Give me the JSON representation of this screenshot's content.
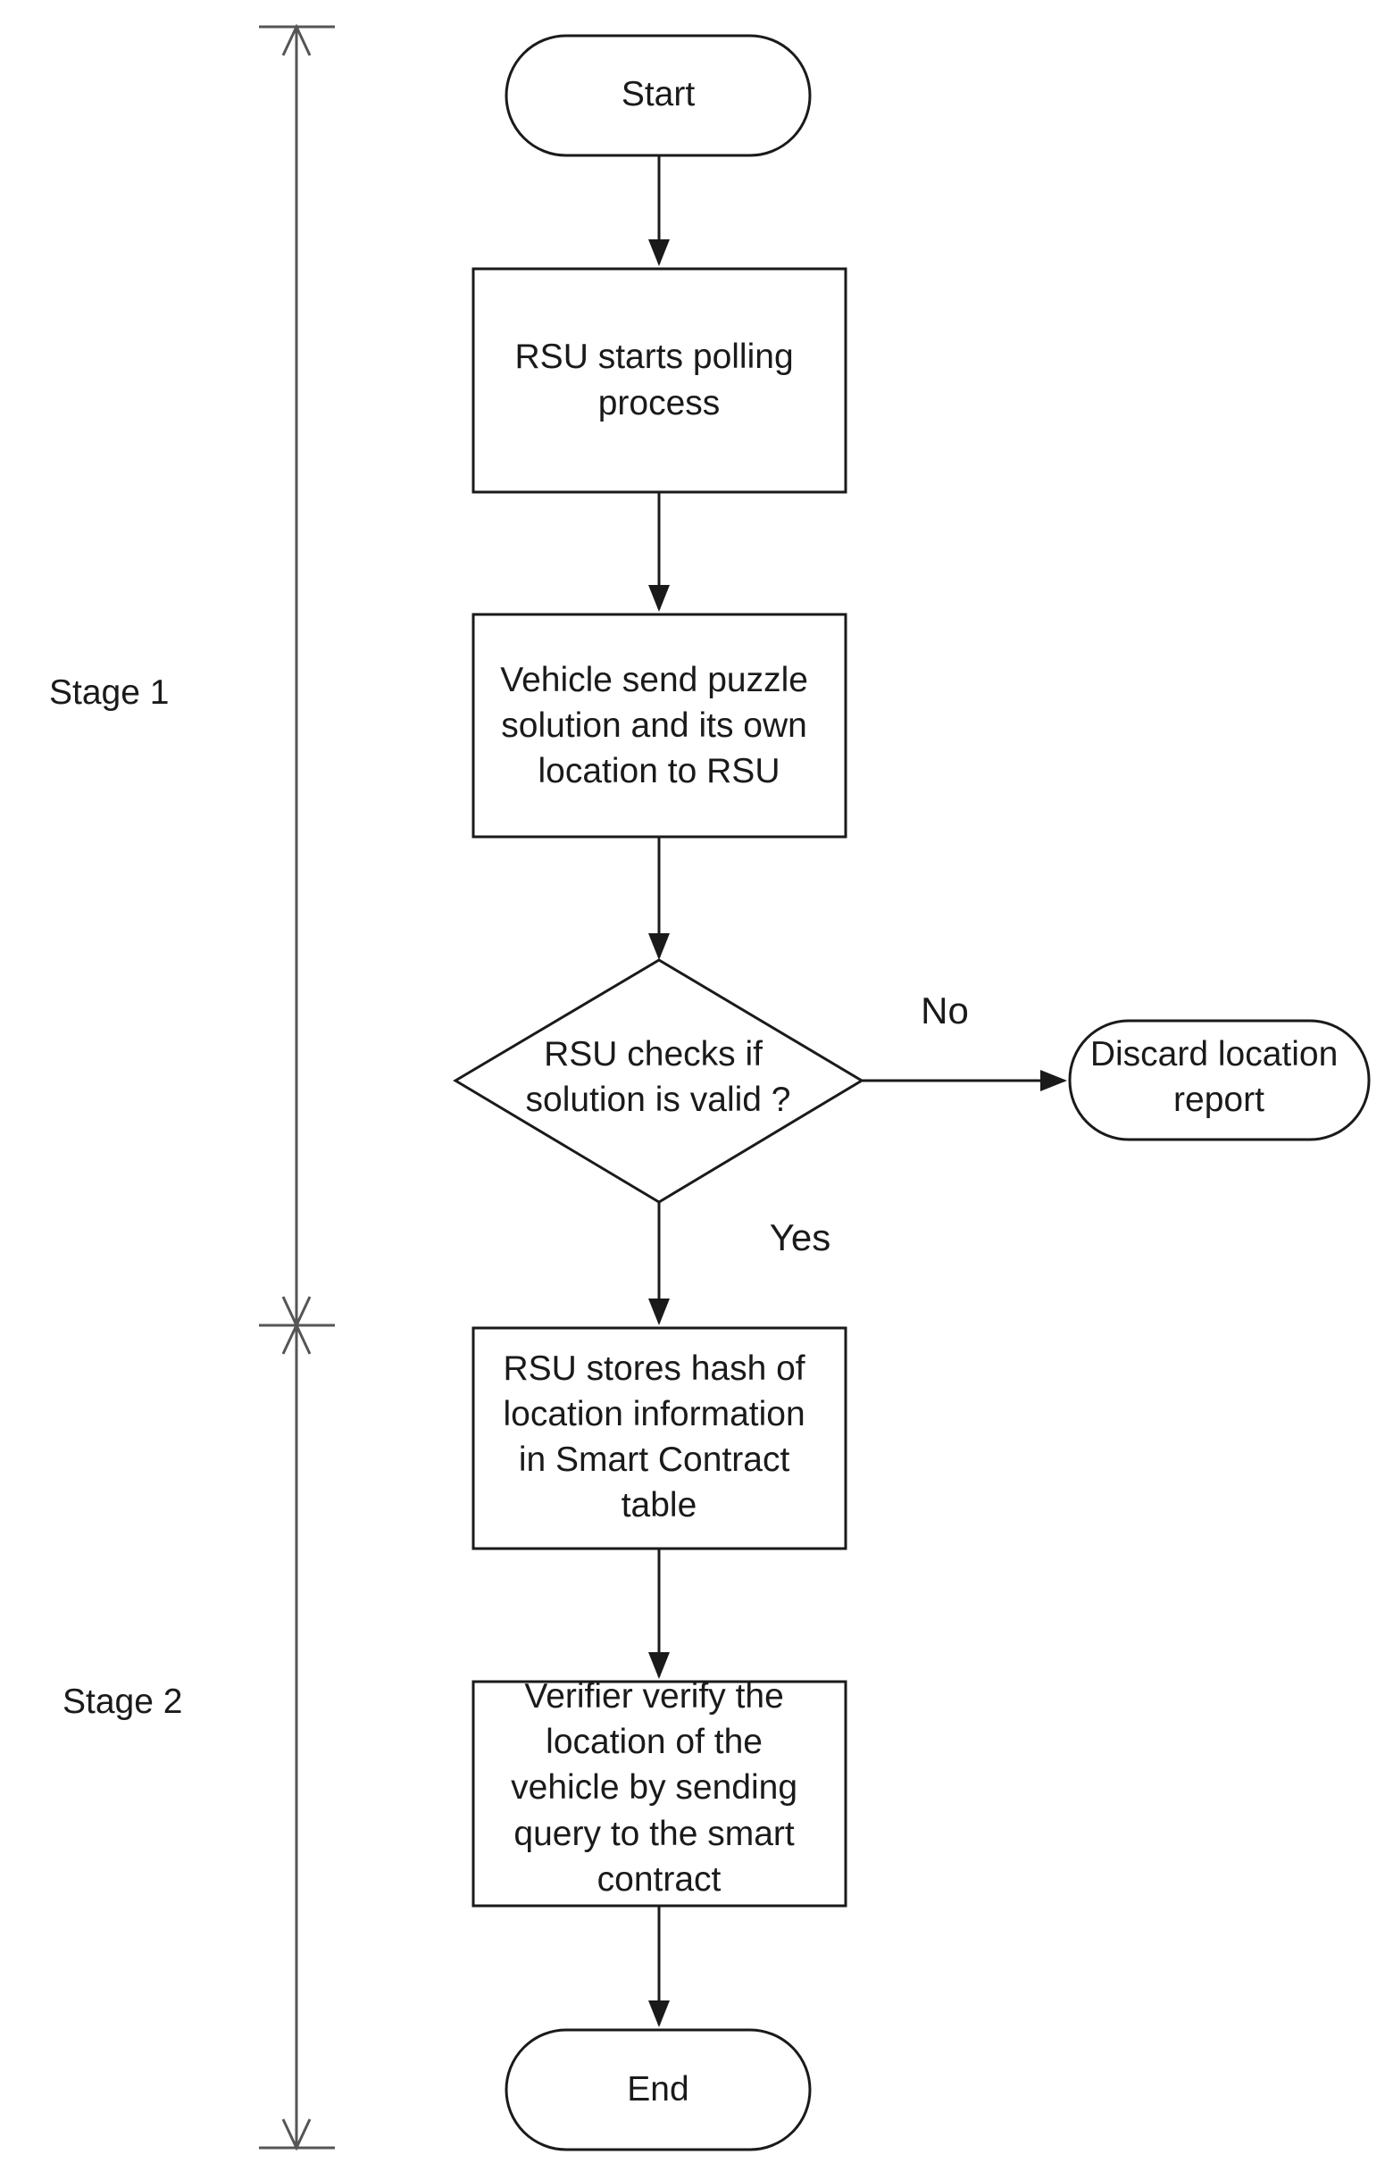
{
  "nodes": {
    "start": {
      "label": "Start"
    },
    "polling": {
      "lines": [
        "RSU starts polling",
        "process"
      ]
    },
    "vehicle_send": {
      "lines": [
        "Vehicle send puzzle",
        "solution and its own",
        "location to RSU"
      ]
    },
    "check": {
      "lines": [
        "RSU checks if",
        "solution is valid ?"
      ]
    },
    "discard": {
      "lines": [
        "Discard location",
        "report"
      ]
    },
    "store": {
      "lines": [
        "RSU stores hash of",
        "location information",
        "in Smart Contract",
        "table"
      ]
    },
    "verify": {
      "lines": [
        "Verifier verify the",
        "location of the",
        "vehicle by sending",
        "query to the smart",
        "contract"
      ]
    },
    "end": {
      "label": "End"
    }
  },
  "edges": {
    "no_label": "No",
    "yes_label": "Yes"
  },
  "stages": [
    {
      "label": "Stage 1"
    },
    {
      "label": "Stage 2"
    }
  ],
  "colors": {
    "line": "#1a1a1a",
    "stage_line": "#555555",
    "text": "#1a1a1a"
  }
}
